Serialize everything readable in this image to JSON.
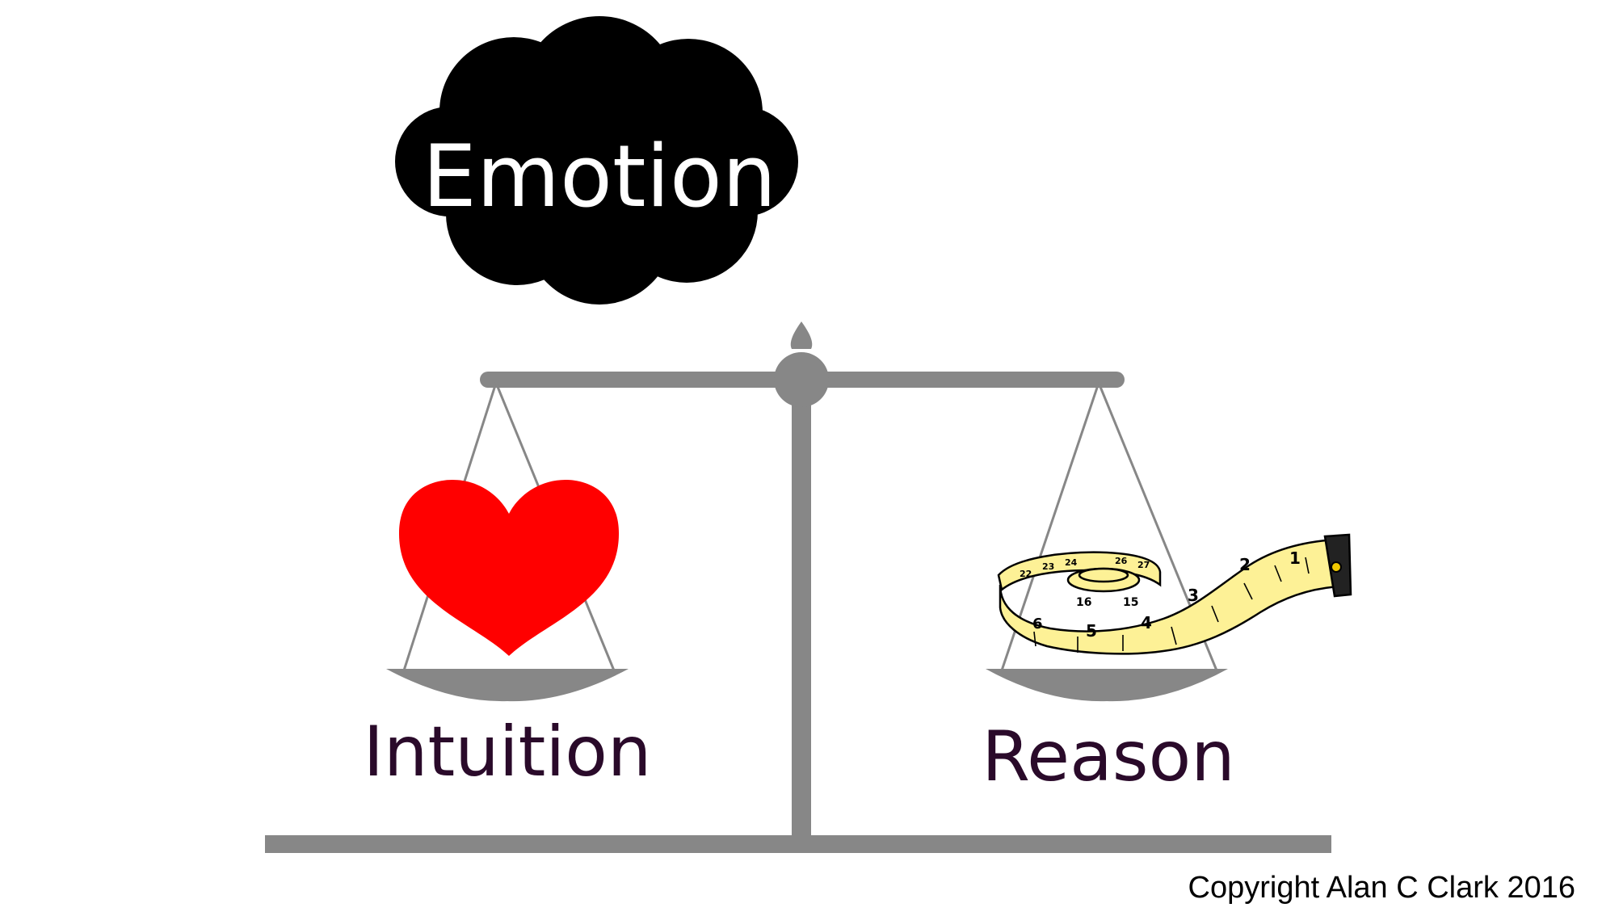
{
  "cloud": {
    "label": "Emotion"
  },
  "left_pan": {
    "label": "Intuition",
    "object_icon": "heart-icon"
  },
  "right_pan": {
    "label": "Reason",
    "object_icon": "tape-measure-icon"
  },
  "tape_numbers": {
    "n1": "1",
    "n2": "2",
    "n3": "3",
    "n4": "4",
    "n5": "5",
    "n6": "6",
    "n15": "15",
    "n16": "16",
    "n22": "22",
    "n23": "23",
    "n24": "24",
    "n26": "26",
    "n27": "27"
  },
  "copyright": "Copyright Alan C Clark 2016",
  "colors": {
    "scale": "#878787",
    "cloud": "#000000",
    "heart": "#ff0000",
    "tape": "#fdf196",
    "label_text": "#2a0a2a",
    "cloud_text": "#ffffff"
  }
}
